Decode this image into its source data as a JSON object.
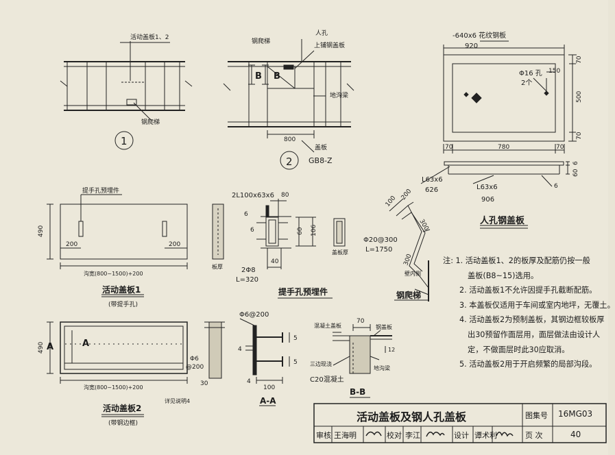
{
  "labels": {
    "plate12": "活动盖板1、2",
    "ladder": "钢爬梯",
    "circle1": "1",
    "steel_ladder_top": "钢爬梯",
    "manhole": "人孔",
    "steel_cover_top": "上铺钢盖板",
    "trench_beam": "地沟梁",
    "B": "B",
    "dim800": "800",
    "cover_plate": "盖板",
    "circle2": "2",
    "gb8z": "GB8-Z",
    "pattern_plate": "-640x6 花纹钢板",
    "d920": "920",
    "hole": "Φ16 孔",
    "two_holes": "2个",
    "d150": "150",
    "d70a": "70",
    "d500": "500",
    "d70b": "70",
    "d70c": "70",
    "d780": "780",
    "d70d": "70",
    "d6a": "6",
    "d60": "60",
    "angle1": "L63x6",
    "d626": "626",
    "angle2": "L63x6",
    "d906": "906",
    "d6b": "6",
    "manhole_cover_title": "人孔钢盖板",
    "handle_embed": "提手孔预埋件",
    "d490a": "490",
    "d200a": "200",
    "d200b": "200",
    "width_formula1": "沟宽(800~1500)+200",
    "board_thk1": "板厚",
    "plate1_title": "活动盖板1",
    "plate1_sub": "(带提手孔)",
    "angle3": "2L100x63x6",
    "d80": "80",
    "d6c": "6",
    "d6d": "6",
    "d60b": "60",
    "d106": "106",
    "d40": "40",
    "bar8": "2Φ8",
    "l320": "L=320",
    "board_thk2": "盖板厚",
    "embed_title": "提手孔预埋件",
    "d100": "100",
    "d200c": "200",
    "d300a": "300",
    "bar20": "Φ20@300",
    "l1750": "L=1750",
    "d300b": "300",
    "wall_side": "壁内侧",
    "ladder_title": "钢爬梯",
    "d490b": "490",
    "A1": "A",
    "A2": "A",
    "width_formula2": "沟宽(800~1500)+200",
    "bar6": "Φ6",
    "at200": "@200",
    "d30": "30",
    "plate2_title": "活动盖板2",
    "plate2_sub": "(带钢边框)",
    "see_note4": "详见说明4",
    "bar6b": "Φ6@200",
    "d4a": "4",
    "d5a": "5",
    "d5b": "5",
    "d4b": "4",
    "d100b": "100",
    "aa_title": "A-A",
    "concrete_cover": "混凝土盖板",
    "d70e": "70",
    "steel_cover2": "钢盖板",
    "d12": "12",
    "side_pour": "三边现浇",
    "c20": "C20混凝土",
    "trench_beam2": "地沟梁",
    "bb_title": "B-B"
  },
  "notes": [
    "注: 1. 活动盖板1、2的板厚及配筋仍按一般",
    "盖板(B8~15)选用。",
    "2. 活动盖板1不允许因提手孔截断配筋。",
    "3. 本盖板仅适用于车间或室内地坪，无覆土。",
    "4. 活动盖板2为预制盖板，其钢边框较板厚",
    "出30预留作面层用，面层做法由设计人",
    "定，不做面层时此30应取消。",
    "5. 活动盖板2用于开启频繁的局部沟段。"
  ],
  "title_block": {
    "title": "活动盖板及钢人孔盖板",
    "atlas_label": "图集号",
    "atlas_no": "16MG03",
    "review_label": "审核",
    "reviewer": "王海明",
    "check_label": "校对",
    "checker": "李江",
    "design_label": "设计",
    "designer": "谭术利",
    "page_label": "页  次",
    "page_no": "40"
  }
}
